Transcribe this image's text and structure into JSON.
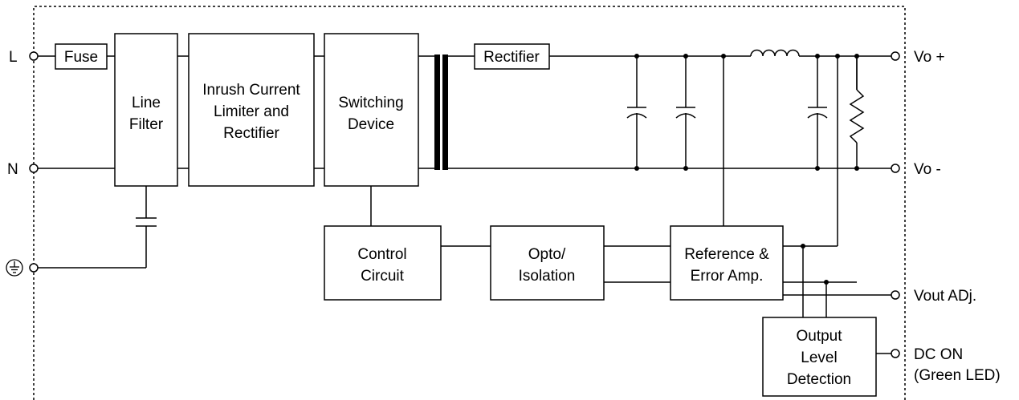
{
  "blocks": {
    "fuse": "Fuse",
    "line_filter": [
      "Line",
      "Filter"
    ],
    "inrush": [
      "Inrush Current",
      "Limiter and",
      "Rectifier"
    ],
    "switching": [
      "Switching",
      "Device"
    ],
    "rectifier": "Rectifier",
    "control": [
      "Control",
      "Circuit"
    ],
    "opto": [
      "Opto/",
      "Isolation"
    ],
    "reference": [
      "Reference &",
      "Error Amp."
    ],
    "output_level": [
      "Output",
      "Level",
      "Detection"
    ]
  },
  "terminals": {
    "line": "L",
    "neutral": "N",
    "ground": "⏚",
    "vo_plus": "Vo +",
    "vo_minus": "Vo -",
    "vout_adj": "Vout ADj.",
    "dc_on": [
      "DC ON",
      "(Green LED)"
    ]
  }
}
